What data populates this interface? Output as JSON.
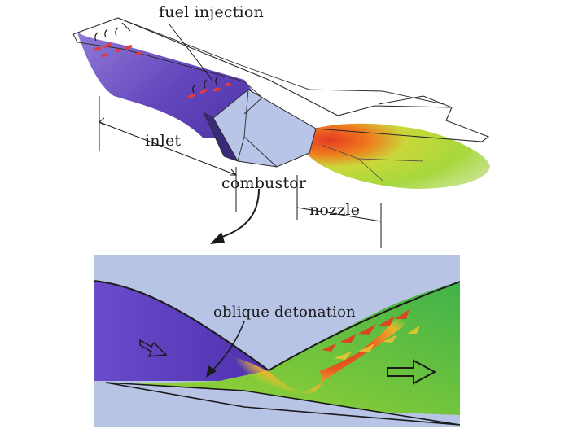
{
  "labels": {
    "fuel_injection": "fuel injection",
    "inlet": "inlet",
    "combustor": "combustor",
    "nozzle": "nozzle",
    "oblique_detonation": "oblique detonation"
  },
  "colors": {
    "inlet_flow": "#6b4fc4",
    "combustor_fill": "#b7c3e6",
    "hot_exhaust": "#e8432a",
    "warm_exhaust": "#f0a020",
    "cool_exhaust": "#9fd43a",
    "fuel_spray": "#e23a3a",
    "outline": "#2a2a2a"
  },
  "icons": {
    "flow_arrow_in": "hollow-arrow-right",
    "flow_arrow_out": "hollow-arrow-right",
    "callout_arrow": "curved-arrow-down"
  }
}
